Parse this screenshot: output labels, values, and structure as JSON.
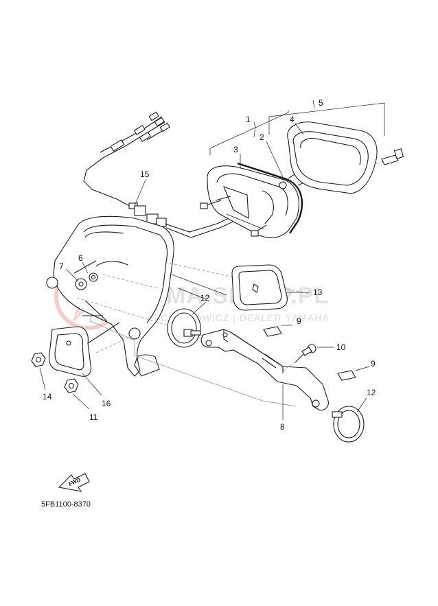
{
  "watermark": {
    "title": "YAMA-SKLEP.PL",
    "subtitle": "WOJCIECHOWICZ | DEALER YAMAHA",
    "logo_color": "#e8a8a8"
  },
  "direction_label": "FWD",
  "diagram_code": "5FB1100-8370",
  "callouts": {
    "c1": "1",
    "c2": "2",
    "c3": "3",
    "c4": "4",
    "c5": "5",
    "c6": "6",
    "c7": "7",
    "c8": "8",
    "c9a": "9",
    "c9b": "9",
    "c10": "10",
    "c11": "11",
    "c12a": "12",
    "c12b": "12",
    "c13": "13",
    "c14": "14",
    "c15": "15",
    "c16": "16"
  }
}
